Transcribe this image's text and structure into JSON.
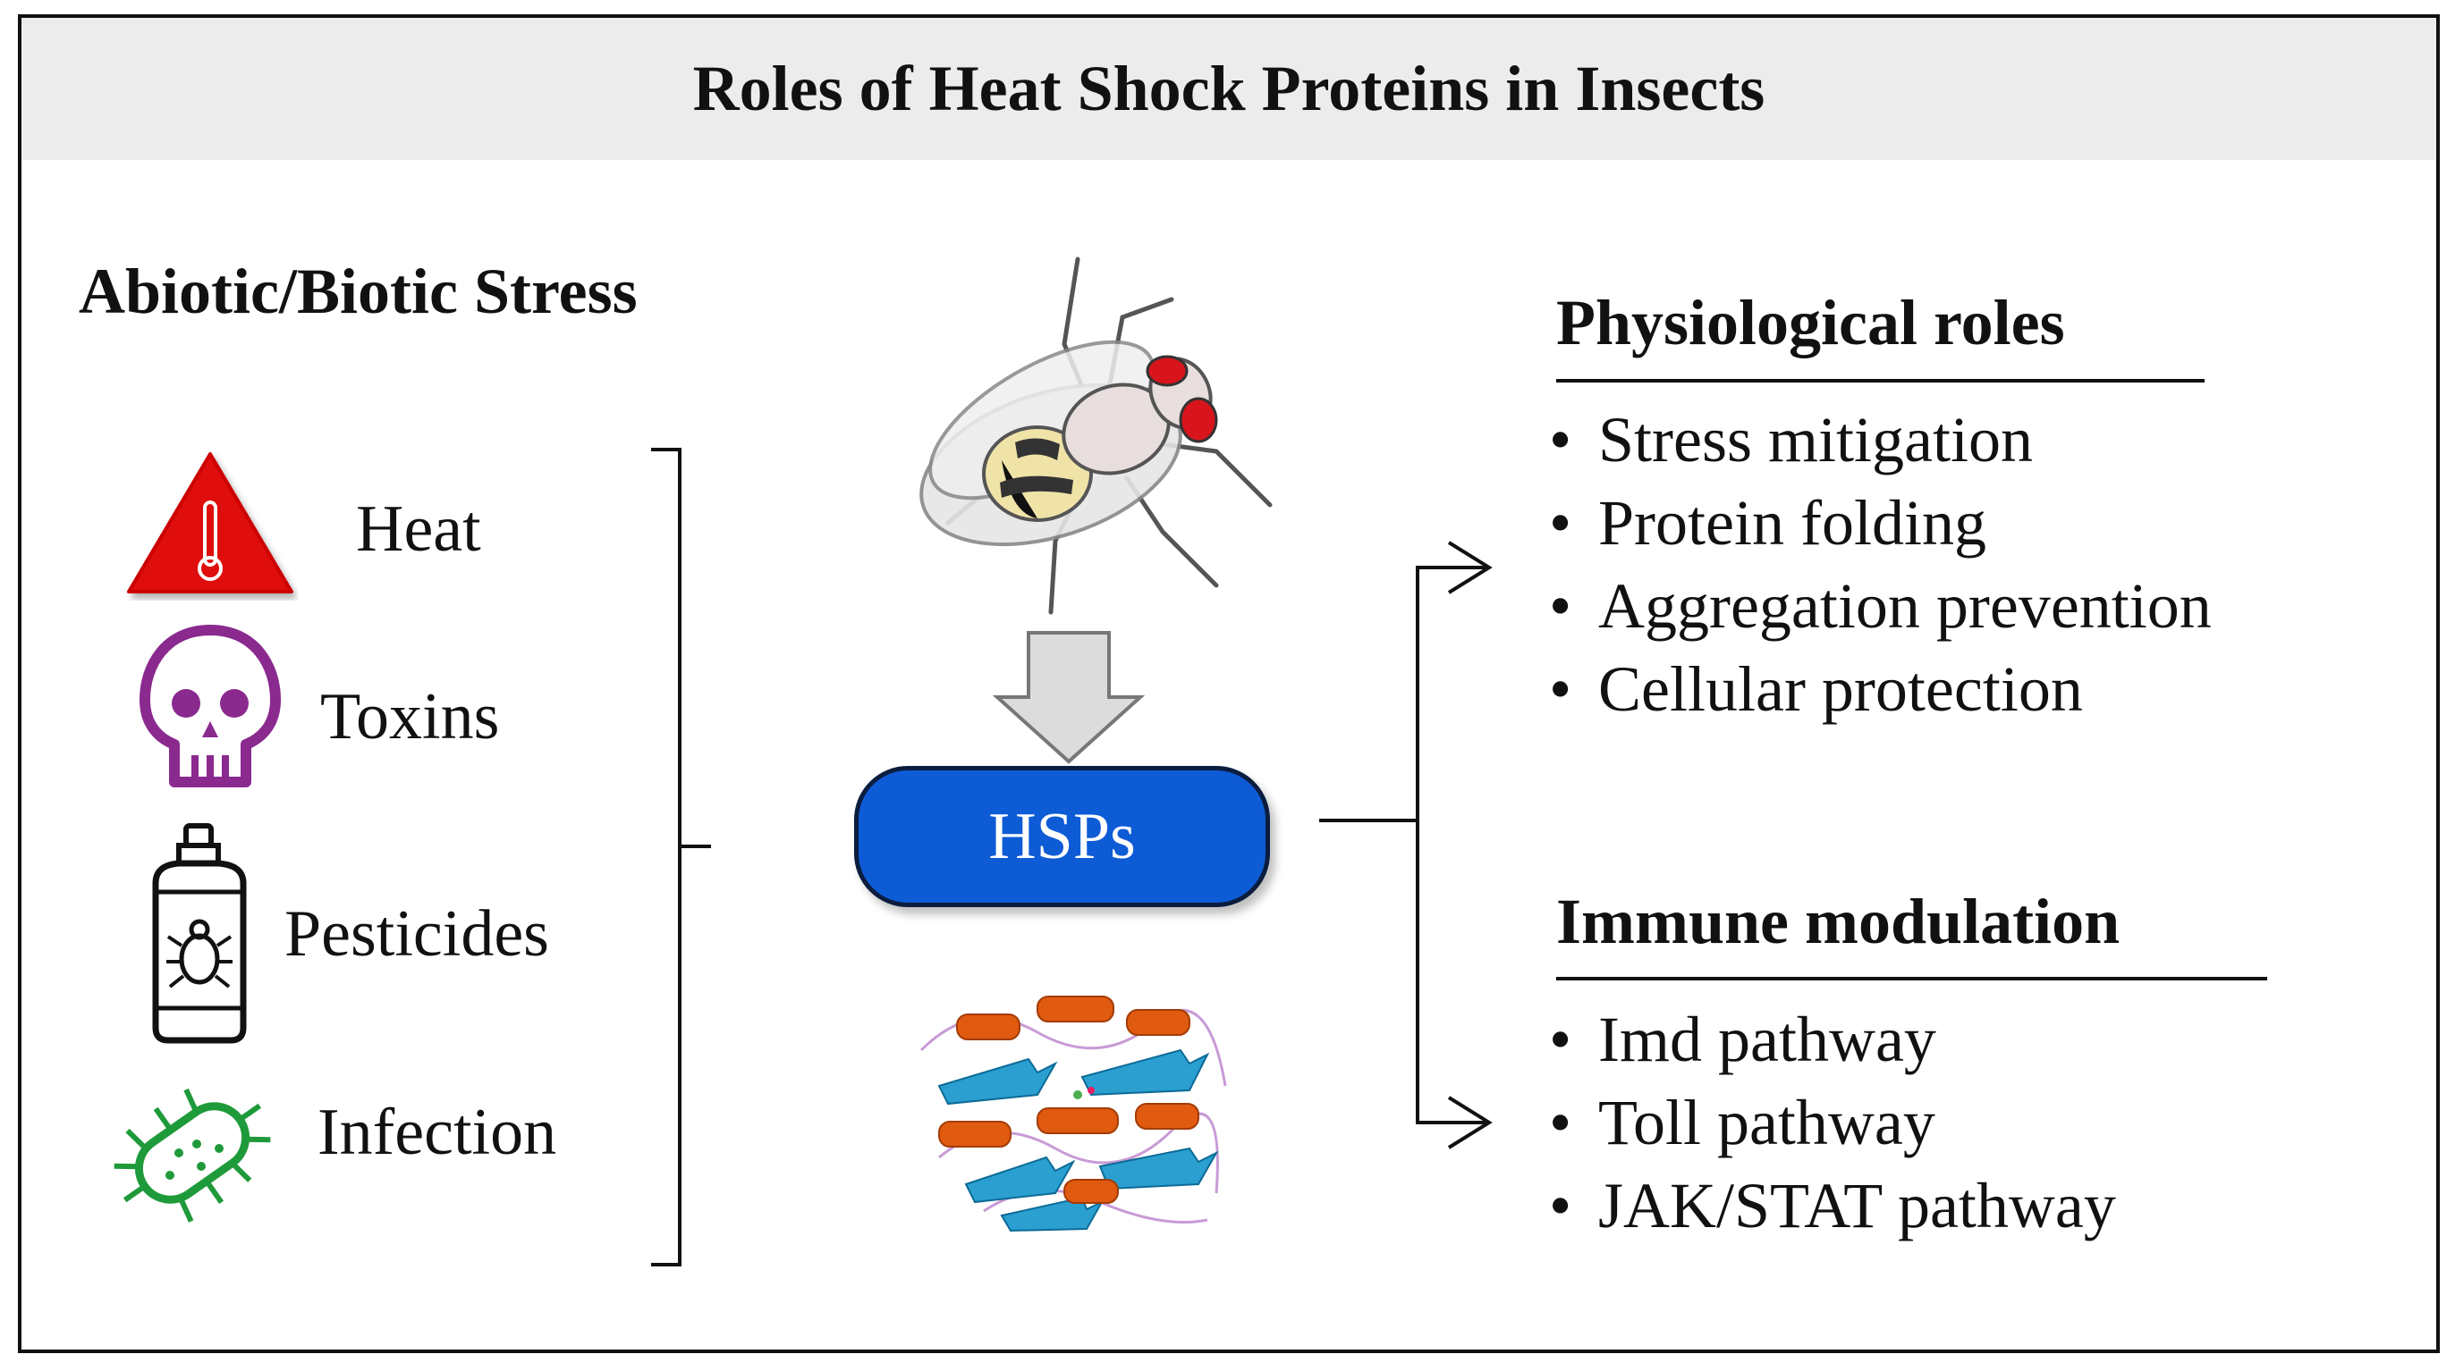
{
  "title": "Roles of Heat Shock Proteins in Insects",
  "stress": {
    "title": "Abiotic/Biotic Stress",
    "items": [
      {
        "label": "Heat",
        "icon": "thermometer-warning-icon",
        "color": "#e01010"
      },
      {
        "label": "Toxins",
        "icon": "skull-icon",
        "color": "#8a2a8f"
      },
      {
        "label": "Pesticides",
        "icon": "spray-can-icon",
        "color": "#111111"
      },
      {
        "label": "Infection",
        "icon": "bacterium-icon",
        "color": "#1f9a3a"
      }
    ]
  },
  "center": {
    "hsp_label": "HSPs",
    "hsp_color": "#0e5bd6",
    "insect_icon": "fruit-fly-icon",
    "protein_icon": "protein-structure-icon"
  },
  "physiological": {
    "title": "Physiological roles",
    "items": [
      "Stress mitigation",
      "Protein folding",
      "Aggregation prevention",
      "Cellular protection"
    ]
  },
  "immune": {
    "title": "Immune modulation",
    "items": [
      "Imd pathway",
      "Toll pathway",
      "JAK/STAT pathway"
    ]
  },
  "bullet": "•"
}
